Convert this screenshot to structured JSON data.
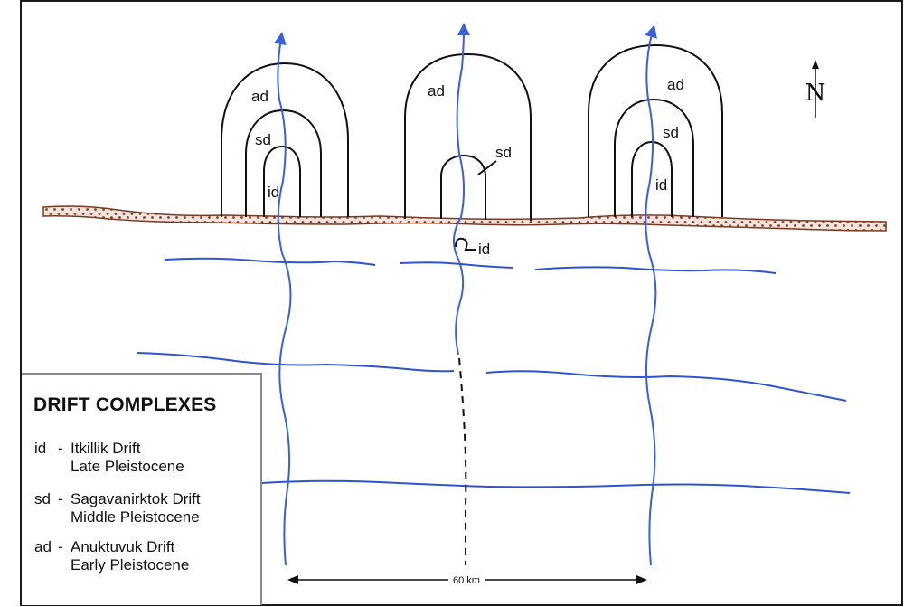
{
  "north": {
    "letter": "N"
  },
  "map_labels": {
    "west_ad": "ad",
    "west_sd": "sd",
    "west_id": "id",
    "center_ad": "ad",
    "center_sd": "sd",
    "center_id": "id",
    "east_ad": "ad",
    "east_sd": "sd",
    "east_id": "id"
  },
  "scale": {
    "label": "60 km"
  },
  "legend": {
    "title": "DRIFT COMPLEXES",
    "entries": [
      {
        "code": "id",
        "separator": "-",
        "name": "Itkillik Drift",
        "age": "Late Pleistocene"
      },
      {
        "code": "sd",
        "separator": "-",
        "name": "Sagavanirktok Drift",
        "age": "Middle Pleistocene"
      },
      {
        "code": "ad",
        "separator": "-",
        "name": "Anuktuvuk Drift",
        "age": "Early Pleistocene"
      }
    ]
  },
  "colors": {
    "ice_flow_blue": "#3a5fd6",
    "lake_blue": "#2f53d1",
    "range_front_brown": "#7a3a22",
    "moraine_black": "#111111"
  }
}
